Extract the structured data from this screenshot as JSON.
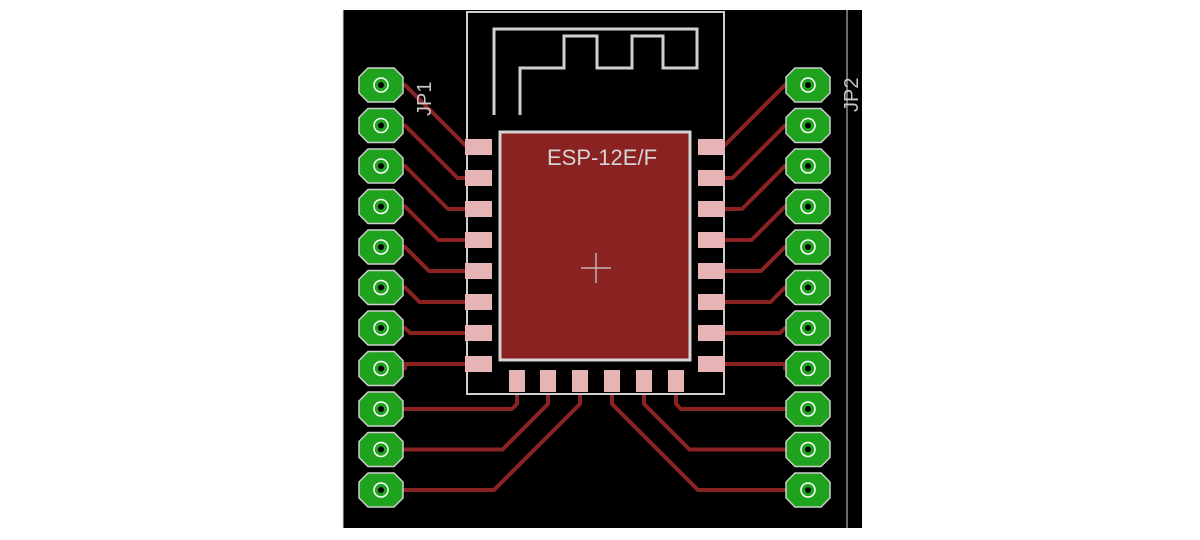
{
  "board": {
    "colors": {
      "background": "#000000",
      "copper": "#8b2222",
      "pad_green": "#1fa31f",
      "silkscreen": "#c8c8c8",
      "smd_pad": "#e6b4b4",
      "outline": "#cfcfcf"
    }
  },
  "module": {
    "label": "ESP-12E/F",
    "antenna": "antenna-trace"
  },
  "headers": {
    "left": {
      "label": "JP1",
      "pin_count": 11
    },
    "right": {
      "label": "JP2",
      "pin_count": 11
    }
  },
  "pads": {
    "left_count": 8,
    "right_count": 8,
    "bottom_count": 6
  }
}
